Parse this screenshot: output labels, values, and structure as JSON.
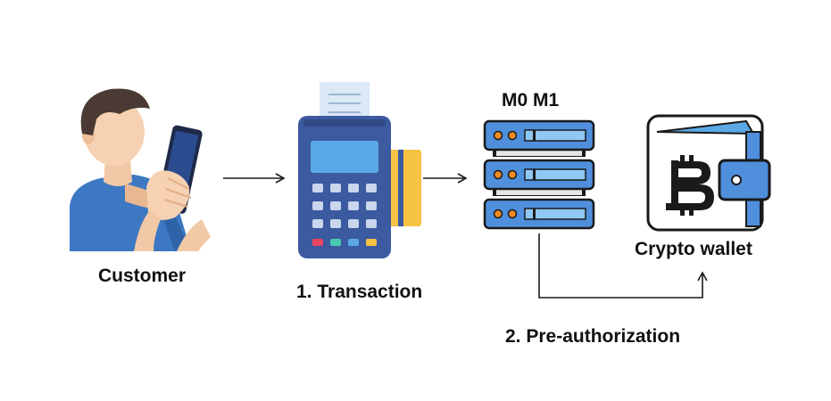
{
  "labels": {
    "customer": "Customer",
    "transaction": "1. Transaction",
    "servers": "M0 M1",
    "wallet": "Crypto wallet",
    "preauthorization": "2. Pre-authorization"
  },
  "icons": {
    "customer": "person-with-phone-icon",
    "terminal": "card-payment-terminal-icon",
    "server": "server-rack-icon",
    "wallet": "bitcoin-wallet-icon"
  },
  "colors": {
    "primary_blue": "#3b5aa0",
    "light_blue": "#5aa9e6",
    "card_yellow": "#f5c242",
    "outline": "#1a1a1a"
  }
}
